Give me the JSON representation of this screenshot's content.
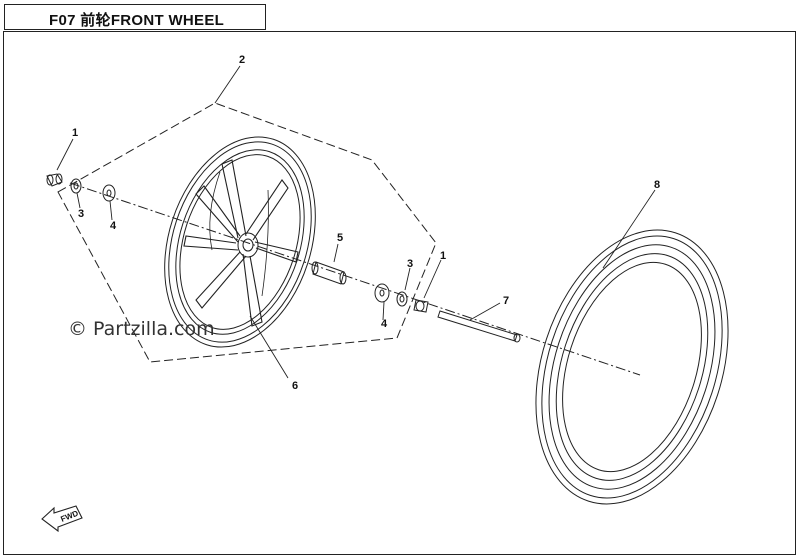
{
  "header": {
    "title": "F07 前轮FRONT WHEEL"
  },
  "watermark": {
    "text": "© Partzilla.com"
  },
  "callouts": [
    {
      "id": "c1a",
      "label": "1"
    },
    {
      "id": "c3a",
      "label": "3"
    },
    {
      "id": "c4a",
      "label": "4"
    },
    {
      "id": "c2",
      "label": "2"
    },
    {
      "id": "c5",
      "label": "5"
    },
    {
      "id": "c3b",
      "label": "3"
    },
    {
      "id": "c1b",
      "label": "1"
    },
    {
      "id": "c4b",
      "label": "4"
    },
    {
      "id": "c7",
      "label": "7"
    },
    {
      "id": "c8",
      "label": "8"
    },
    {
      "id": "c6",
      "label": "6"
    }
  ],
  "fwd_badge": {
    "text": "FWD"
  },
  "icons": [
    "fwd-arrow-icon"
  ]
}
